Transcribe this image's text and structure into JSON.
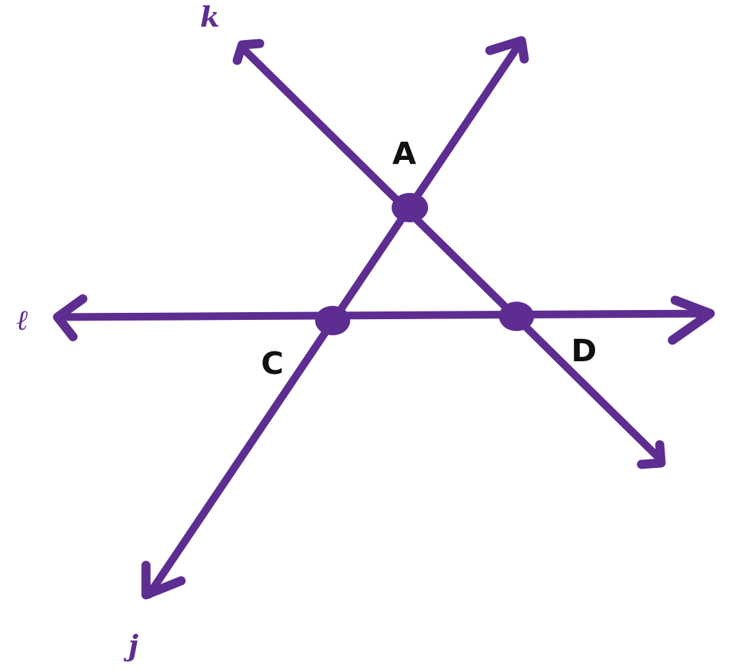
{
  "colors": {
    "line": "#5e2d91",
    "point": "#5e2d91",
    "point_label": "#111111",
    "line_label": "#5e2d91",
    "background": "#ffffff"
  },
  "lines": [
    {
      "id": "k",
      "label": "k"
    },
    {
      "id": "j",
      "label": "j"
    },
    {
      "id": "l",
      "label": "ℓ"
    }
  ],
  "points": [
    {
      "id": "A",
      "label": "A"
    },
    {
      "id": "C",
      "label": "C"
    },
    {
      "id": "D",
      "label": "D"
    }
  ]
}
